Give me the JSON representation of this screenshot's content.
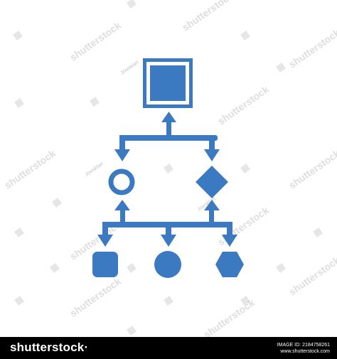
{
  "diagram": {
    "accent_color": "#3b79c1",
    "nodes": [
      {
        "id": "root",
        "shape": "square-with-inner-square"
      },
      {
        "id": "left-mid",
        "shape": "ring"
      },
      {
        "id": "right-mid",
        "shape": "diamond"
      },
      {
        "id": "bottom-left",
        "shape": "rounded-square"
      },
      {
        "id": "bottom-center",
        "shape": "circle"
      },
      {
        "id": "bottom-right",
        "shape": "hexagon"
      }
    ]
  },
  "watermark": {
    "brand": "shutterstock",
    "artist": "Jowsklart"
  },
  "footer": {
    "logo": "shutterstock",
    "logo_suffix": "·",
    "image_id": "IMAGE ID: 2184758261",
    "site": "www.shutterstock.com"
  }
}
